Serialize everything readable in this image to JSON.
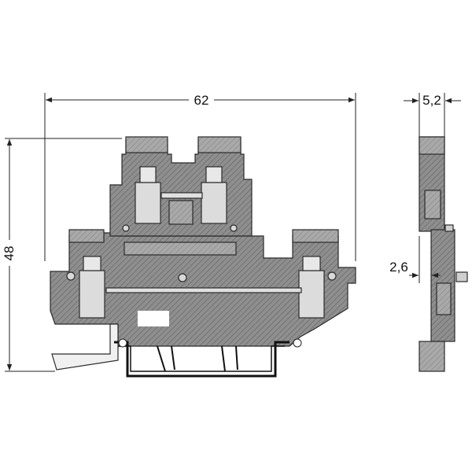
{
  "dimensions": {
    "width": "62",
    "height": "48",
    "thickness": "5,2",
    "offset": "2,6"
  },
  "colors": {
    "body_fill": "#8d8d8d",
    "body_fill_light": "#a6a6a6",
    "hatch": "#5e5e5e",
    "outline": "#2b2b2b",
    "rail": "#111111",
    "dim_line": "#222222"
  }
}
